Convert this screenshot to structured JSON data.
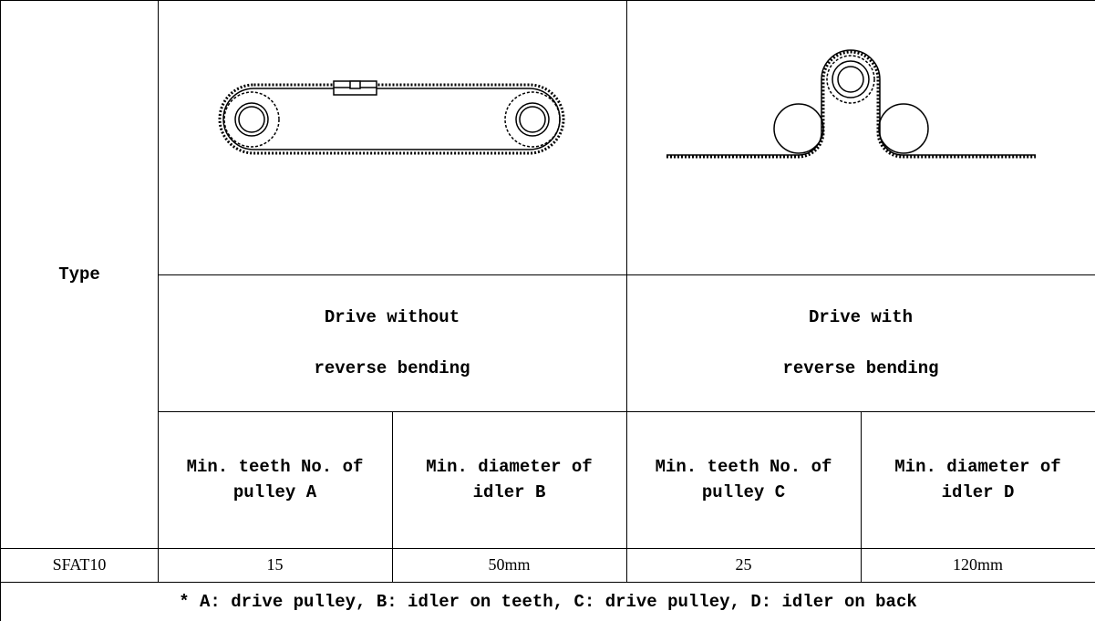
{
  "header": {
    "type_label": "Type",
    "drive_without": [
      "Drive without",
      "reverse bending"
    ],
    "drive_with": [
      "Drive with",
      "reverse bending"
    ],
    "columns": [
      [
        "Min. teeth No. of",
        "pulley A"
      ],
      [
        "Min. diameter of",
        "idler B"
      ],
      [
        "Min. teeth No. of",
        "pulley C"
      ],
      [
        "Min. diameter of",
        "idler D"
      ]
    ]
  },
  "rows": [
    {
      "type": "SFAT10",
      "a": "15",
      "b": "50mm",
      "c": "25",
      "d": "120mm"
    }
  ],
  "footnote": "* A: drive pulley, B: idler on teeth, C: drive pulley, D: idler on back"
}
